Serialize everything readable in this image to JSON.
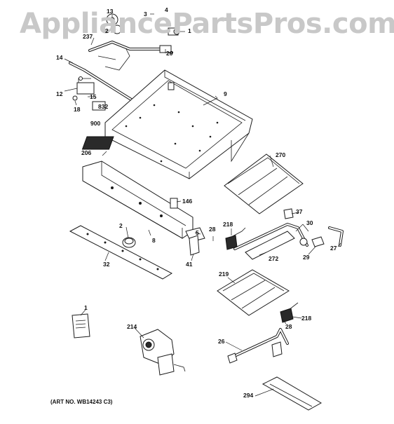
{
  "watermark": "AppliancePartsPros.com",
  "art_number": "(ART NO. WB14243 C3)",
  "part_labels": {
    "p13": "13",
    "p3": "3",
    "p4": "4",
    "p2_top": "2",
    "p237": "237",
    "p1_top": "1",
    "p20": "20",
    "p14": "14",
    "p9": "9",
    "p12": "12",
    "p15": "15",
    "p18": "18",
    "p832": "832",
    "p900": "900",
    "p206": "206",
    "p270": "270",
    "p146": "146",
    "p37": "37",
    "p218_top": "218",
    "p30": "30",
    "p28_top": "28",
    "p2_mid": "2",
    "p8": "8",
    "p5": "5",
    "p27": "27",
    "p272": "272",
    "p29": "29",
    "p41": "41",
    "p32": "32",
    "p219": "219",
    "p1_bot": "1",
    "p214": "214",
    "p218_bot": "218",
    "p28_bot": "28",
    "p26": "26",
    "p294": "294"
  }
}
